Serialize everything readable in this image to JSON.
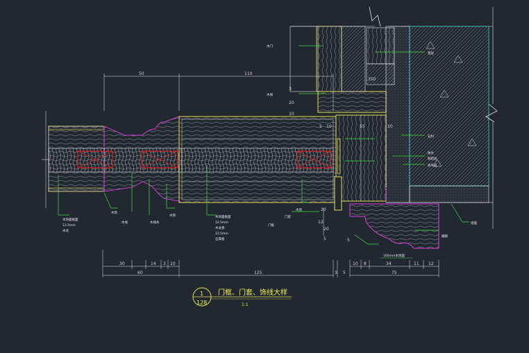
{
  "title": {
    "number": "1",
    "sheet": "128",
    "text": "门框、门套、饰线大样",
    "scale": "1:1"
  },
  "top_dims": [
    "50",
    "110"
  ],
  "bottom_dims": {
    "left": [
      "30",
      "14",
      "3",
      "10"
    ],
    "left_total": "60",
    "middle": "125",
    "right_small": [
      "3",
      "5"
    ],
    "right": [
      "10",
      "8",
      "34",
      "11",
      "12"
    ],
    "right_total": "75"
  },
  "inner_dims": {
    "d1": "350",
    "d2": "5",
    "d3": "10",
    "d4": "55",
    "d5": "10",
    "d6": "20",
    "d7": "10",
    "d8": "3",
    "d9": "12",
    "d10": "20",
    "d11": "20",
    "d12": "5",
    "d13": "5"
  },
  "callout": "160mm木饰面",
  "labels": {
    "left1": "木饰面板面",
    "left2": "12.5mm",
    "left3": "木龙",
    "mid1": "木饰",
    "mid2": "木线",
    "mid3": "木线条",
    "mid4": "木饰",
    "stack1": "木饰面板面",
    "stack2": "12.5mm",
    "stack3": "木龙骨",
    "stack4": "12.5mm",
    "stack5": "石膏板",
    "center1": "木饰",
    "center2": "门套",
    "r1": "石材",
    "r2": "防水",
    "r3": "粘结层",
    "r4": "找平层",
    "r5": "基层",
    "r6": "墙面",
    "r7": "踢脚",
    "r8": "门框",
    "top1": "木门",
    "top2": "木线"
  },
  "colors": {
    "background": "#212830",
    "frame": "#e8e8e8",
    "yellow": "#e8e05a",
    "magenta": "#e040e0",
    "green": "#40e040",
    "cyan": "#30d0d0",
    "red": "#d02020",
    "title_yellow": "#f2f255"
  }
}
